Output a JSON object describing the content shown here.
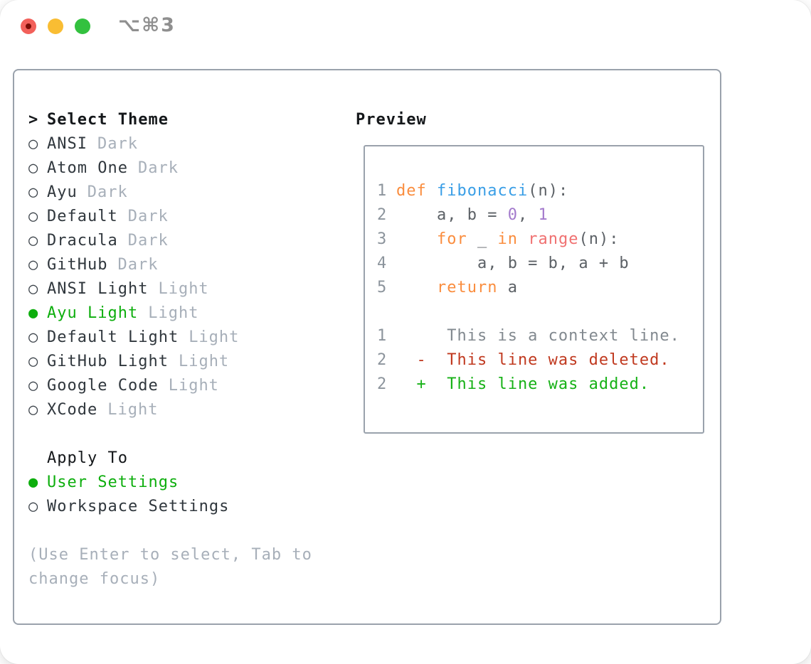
{
  "window": {
    "title_shortcut": "⌥⌘3"
  },
  "theme_picker": {
    "header": {
      "marker": ">",
      "label": "Select Theme"
    },
    "markers": {
      "unselected": "○",
      "selected": "●"
    },
    "items": [
      {
        "name": "ANSI",
        "tag": "Dark",
        "selected": false
      },
      {
        "name": "Atom One",
        "tag": "Dark",
        "selected": false
      },
      {
        "name": "Ayu",
        "tag": "Dark",
        "selected": false
      },
      {
        "name": "Default",
        "tag": "Dark",
        "selected": false
      },
      {
        "name": "Dracula",
        "tag": "Dark",
        "selected": false
      },
      {
        "name": "GitHub",
        "tag": "Dark",
        "selected": false
      },
      {
        "name": "ANSI Light",
        "tag": "Light",
        "selected": false
      },
      {
        "name": "Ayu Light",
        "tag": "Light",
        "selected": true
      },
      {
        "name": "Default Light",
        "tag": "Light",
        "selected": false
      },
      {
        "name": "GitHub Light",
        "tag": "Light",
        "selected": false
      },
      {
        "name": "Google Code",
        "tag": "Light",
        "selected": false
      },
      {
        "name": "XCode",
        "tag": "Light",
        "selected": false
      }
    ]
  },
  "apply_to": {
    "label": "Apply To",
    "options": [
      {
        "name": "User Settings",
        "selected": true
      },
      {
        "name": "Workspace Settings",
        "selected": false
      }
    ]
  },
  "hint": "(Use Enter to select, Tab to change focus)",
  "preview": {
    "label": "Preview",
    "code_lines": [
      {
        "ln": "1",
        "tokens": [
          {
            "t": "def ",
            "c": "kw"
          },
          {
            "t": "fibonacci",
            "c": "fn"
          },
          {
            "t": "(n):",
            "c": "fg"
          }
        ]
      },
      {
        "ln": "2",
        "tokens": [
          {
            "t": "    a, b = ",
            "c": "fg"
          },
          {
            "t": "0",
            "c": "num"
          },
          {
            "t": ", ",
            "c": "fg"
          },
          {
            "t": "1",
            "c": "num"
          }
        ]
      },
      {
        "ln": "3",
        "tokens": [
          {
            "t": "    ",
            "c": "fg"
          },
          {
            "t": "for",
            "c": "kw"
          },
          {
            "t": " _ ",
            "c": "fg"
          },
          {
            "t": "in",
            "c": "kw"
          },
          {
            "t": " ",
            "c": "fg"
          },
          {
            "t": "range",
            "c": "sp"
          },
          {
            "t": "(n):",
            "c": "fg"
          }
        ]
      },
      {
        "ln": "4",
        "tokens": [
          {
            "t": "        a, b = b, a + b",
            "c": "fg"
          }
        ]
      },
      {
        "ln": "5",
        "tokens": [
          {
            "t": "    ",
            "c": "fg"
          },
          {
            "t": "return",
            "c": "kw"
          },
          {
            "t": " a",
            "c": "fg"
          }
        ]
      }
    ],
    "diff_lines": [
      {
        "ln": "1",
        "kind": "context",
        "text": "     This is a context line."
      },
      {
        "ln": "2",
        "kind": "deleted",
        "text": "  -  This line was deleted."
      },
      {
        "ln": "2",
        "kind": "added",
        "text": "  +  This line was added."
      }
    ]
  },
  "colors": {
    "selection_green": "#0dae0d",
    "diff_added_green": "#16b116",
    "diff_deleted_red": "#c0391f",
    "diff_context_gray": "#82898f",
    "syntax_keyword_orange": "#fa8d3e",
    "syntax_function_blue": "#399ee6",
    "syntax_builtin_coral": "#f07171",
    "syntax_number_purple": "#a37acc",
    "syntax_foreground": "#5c6166",
    "line_number_gray": "#8c949c",
    "muted_text_gray": "#a7afb9",
    "panel_border_gray": "#9aa2ac",
    "traffic_light_red": "#f2605a",
    "traffic_light_yellow": "#f9bd33",
    "traffic_light_green": "#33c13f"
  }
}
